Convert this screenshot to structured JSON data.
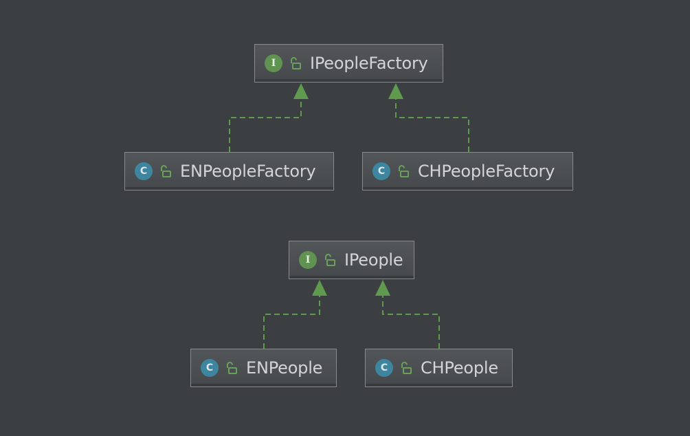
{
  "colors": {
    "background": "#3c3f41",
    "node_border": "#8a8a8a",
    "node_fill": "#4a4e50",
    "text": "#d4d4d4",
    "interface_badge": "#609352",
    "class_badge": "#3e86a0",
    "edge": "#5f9a4e"
  },
  "nodes": {
    "ipeoplefactory": {
      "label": "IPeopleFactory",
      "kind": "interface",
      "badge": "I",
      "access": "open-lock-icon"
    },
    "enpeoplefactory": {
      "label": "ENPeopleFactory",
      "kind": "class",
      "badge": "C",
      "access": "open-lock-icon"
    },
    "chpeoplefactory": {
      "label": "CHPeopleFactory",
      "kind": "class",
      "badge": "C",
      "access": "open-lock-icon"
    },
    "ipeople": {
      "label": "IPeople",
      "kind": "interface",
      "badge": "I",
      "access": "open-lock-icon"
    },
    "enpeople": {
      "label": "ENPeople",
      "kind": "class",
      "badge": "C",
      "access": "open-lock-icon"
    },
    "chpeople": {
      "label": "CHPeople",
      "kind": "class",
      "badge": "C",
      "access": "open-lock-icon"
    }
  },
  "edges": [
    {
      "from": "enpeoplefactory",
      "to": "ipeoplefactory",
      "type": "implements"
    },
    {
      "from": "chpeoplefactory",
      "to": "ipeoplefactory",
      "type": "implements"
    },
    {
      "from": "enpeople",
      "to": "ipeople",
      "type": "implements"
    },
    {
      "from": "chpeople",
      "to": "ipeople",
      "type": "implements"
    }
  ]
}
